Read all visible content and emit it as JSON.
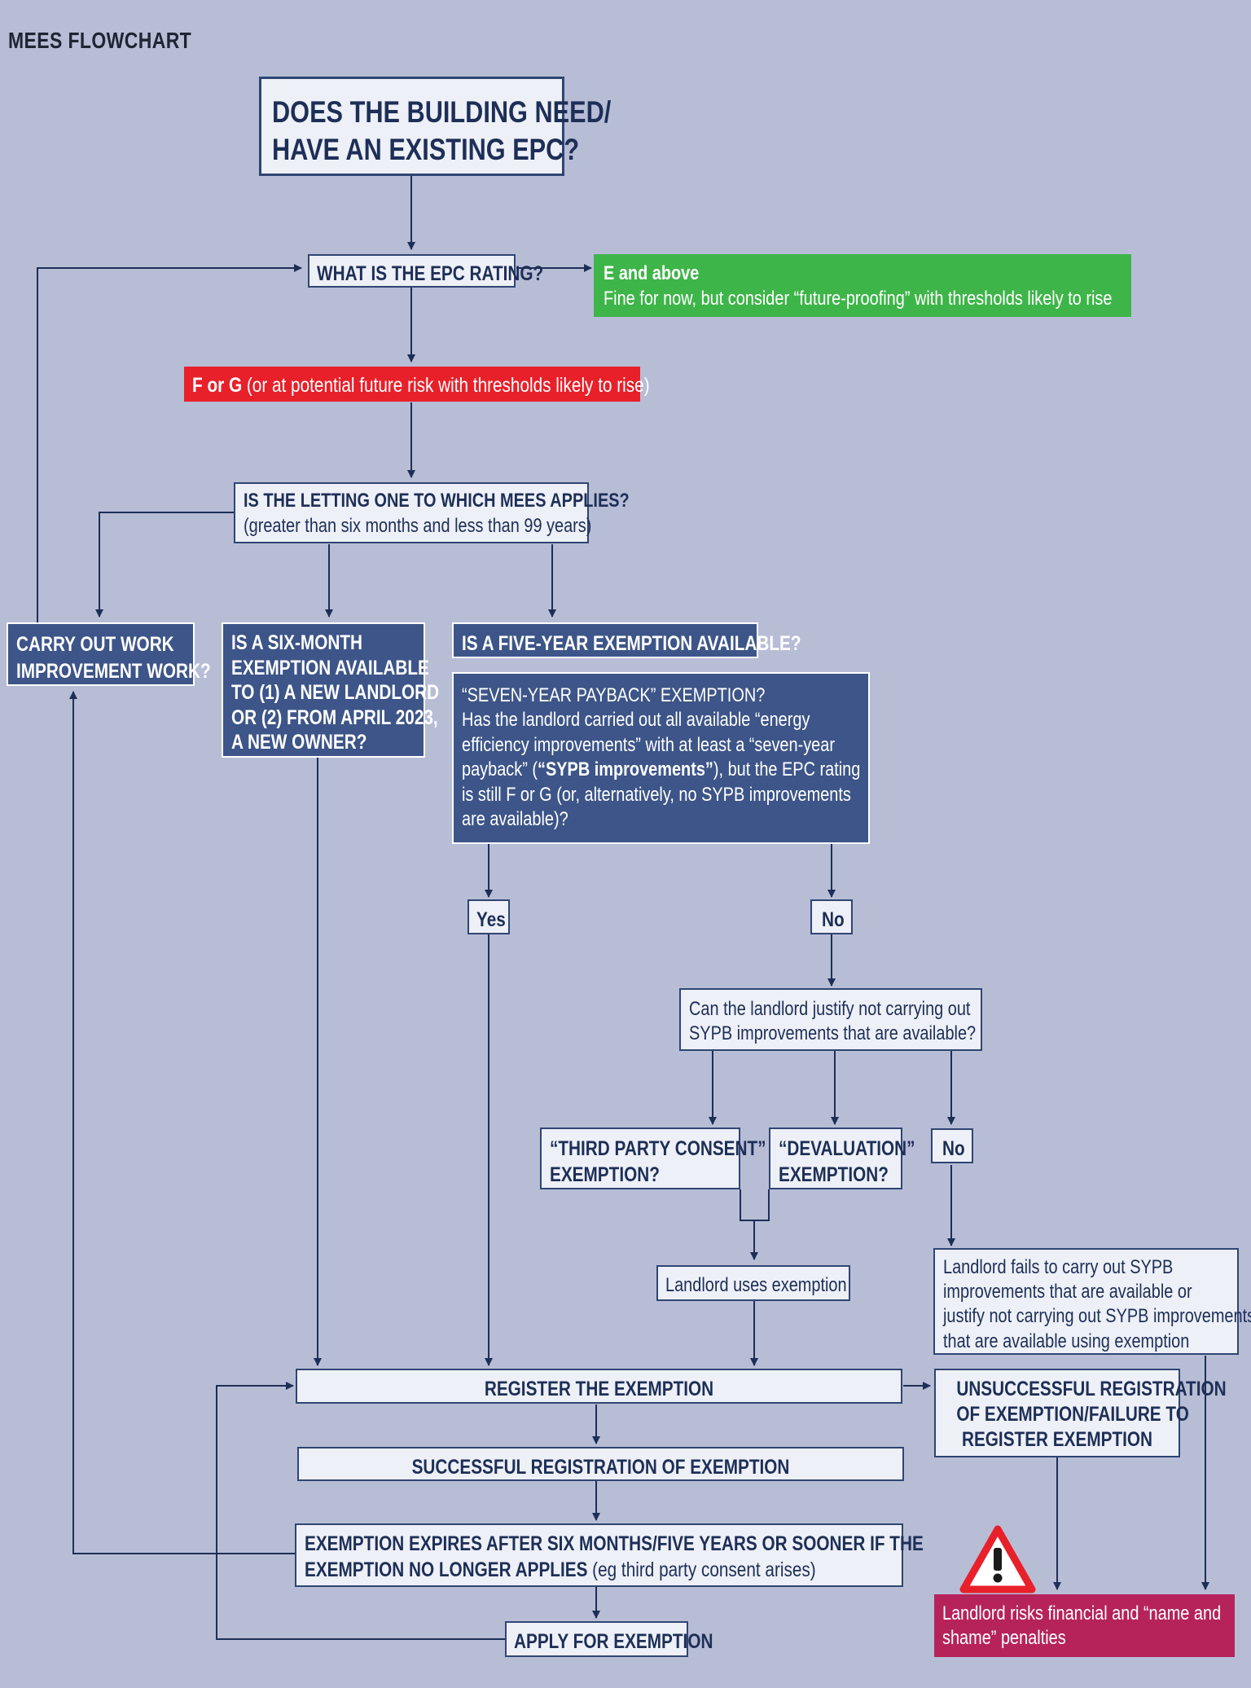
{
  "page_title": "MEES FLOWCHART",
  "nodes": {
    "epc_needed": {
      "lines": [
        "DOES THE BUILDING NEED/",
        "HAVE AN EXISTING EPC?"
      ]
    },
    "epc_rating": {
      "text": "WHAT IS THE EPC RATING?"
    },
    "e_and_above": {
      "heading": "E and above",
      "text": "Fine for now, but consider “future-proofing” with thresholds likely to rise"
    },
    "f_or_g": {
      "heading": "F or G",
      "text": "(or at potential future risk with thresholds likely to rise)"
    },
    "letting_mees": {
      "lines": [
        "IS THE LETTING ONE TO WHICH MEES APPLIES?",
        "(greater than six months and less than 99 years)"
      ]
    },
    "carry_out_work": {
      "lines": [
        "CARRY OUT WORK",
        "IMPROVEMENT WORK?"
      ]
    },
    "six_month": {
      "lines": [
        "IS A SIX-MONTH",
        "EXEMPTION AVAILABLE",
        "TO (1) A NEW LANDLORD",
        "OR (2) FROM APRIL 2023,",
        "A NEW OWNER?"
      ]
    },
    "five_year": {
      "text": "IS A FIVE-YEAR EXEMPTION AVAILABLE?"
    },
    "seven_year": {
      "heading": "“SEVEN-YEAR PAYBACK” EXEMPTION?",
      "l1": "Has the landlord carried out all available “energy",
      "l2": "efficiency improvements” with at least a “seven-year",
      "l3a": "payback” (",
      "l3b": "“SYPB improvements”",
      "l3c": "), but the EPC rating",
      "l4": "is still F or G (or, alternatively, no SYPB improvements",
      "l5": "are available)?"
    },
    "yes": {
      "text": "Yes"
    },
    "no1": {
      "text": "No"
    },
    "justify": {
      "lines": [
        "Can the landlord justify not carrying out",
        "SYPB improvements that are available?"
      ]
    },
    "third_party": {
      "lines": [
        "“THIRD PARTY CONSENT”",
        "EXEMPTION?"
      ]
    },
    "devaluation": {
      "lines": [
        "“DEVALUATION”",
        "EXEMPTION?"
      ]
    },
    "no2": {
      "text": "No"
    },
    "uses_exemption": {
      "text": "Landlord uses exemption"
    },
    "fails": {
      "lines": [
        "Landlord fails to carry out SYPB",
        "improvements that are available or",
        "justify not carrying out SYPB improvements",
        "that are available using exemption"
      ]
    },
    "register": {
      "text": "REGISTER THE EXEMPTION"
    },
    "unsuccessful": {
      "lines": [
        "UNSUCCESSFUL REGISTRATION",
        "OF EXEMPTION/FAILURE TO",
        "REGISTER EXEMPTION"
      ]
    },
    "successful": {
      "text": "SUCCESSFUL REGISTRATION OF EXEMPTION"
    },
    "expires": {
      "l1": "EXEMPTION EXPIRES AFTER SIX MONTHS/FIVE YEARS OR SOONER IF THE",
      "l2a": "EXEMPTION NO LONGER APPLIES ",
      "l2b": "(eg third party consent arises)"
    },
    "apply": {
      "text": "APPLY FOR EXEMPTION"
    },
    "penalties": {
      "lines": [
        "Landlord risks financial and “name and",
        "shame” penalties"
      ]
    }
  },
  "icons": {
    "warning": "warning-triangle-icon"
  },
  "colors": {
    "background": "#b8bdd6",
    "dark_box": "#3d5588",
    "light_box": "#eef0f7",
    "line": "#1d2f57",
    "green": "#3eb549",
    "red": "#e8202a",
    "magenta": "#b6235b"
  }
}
